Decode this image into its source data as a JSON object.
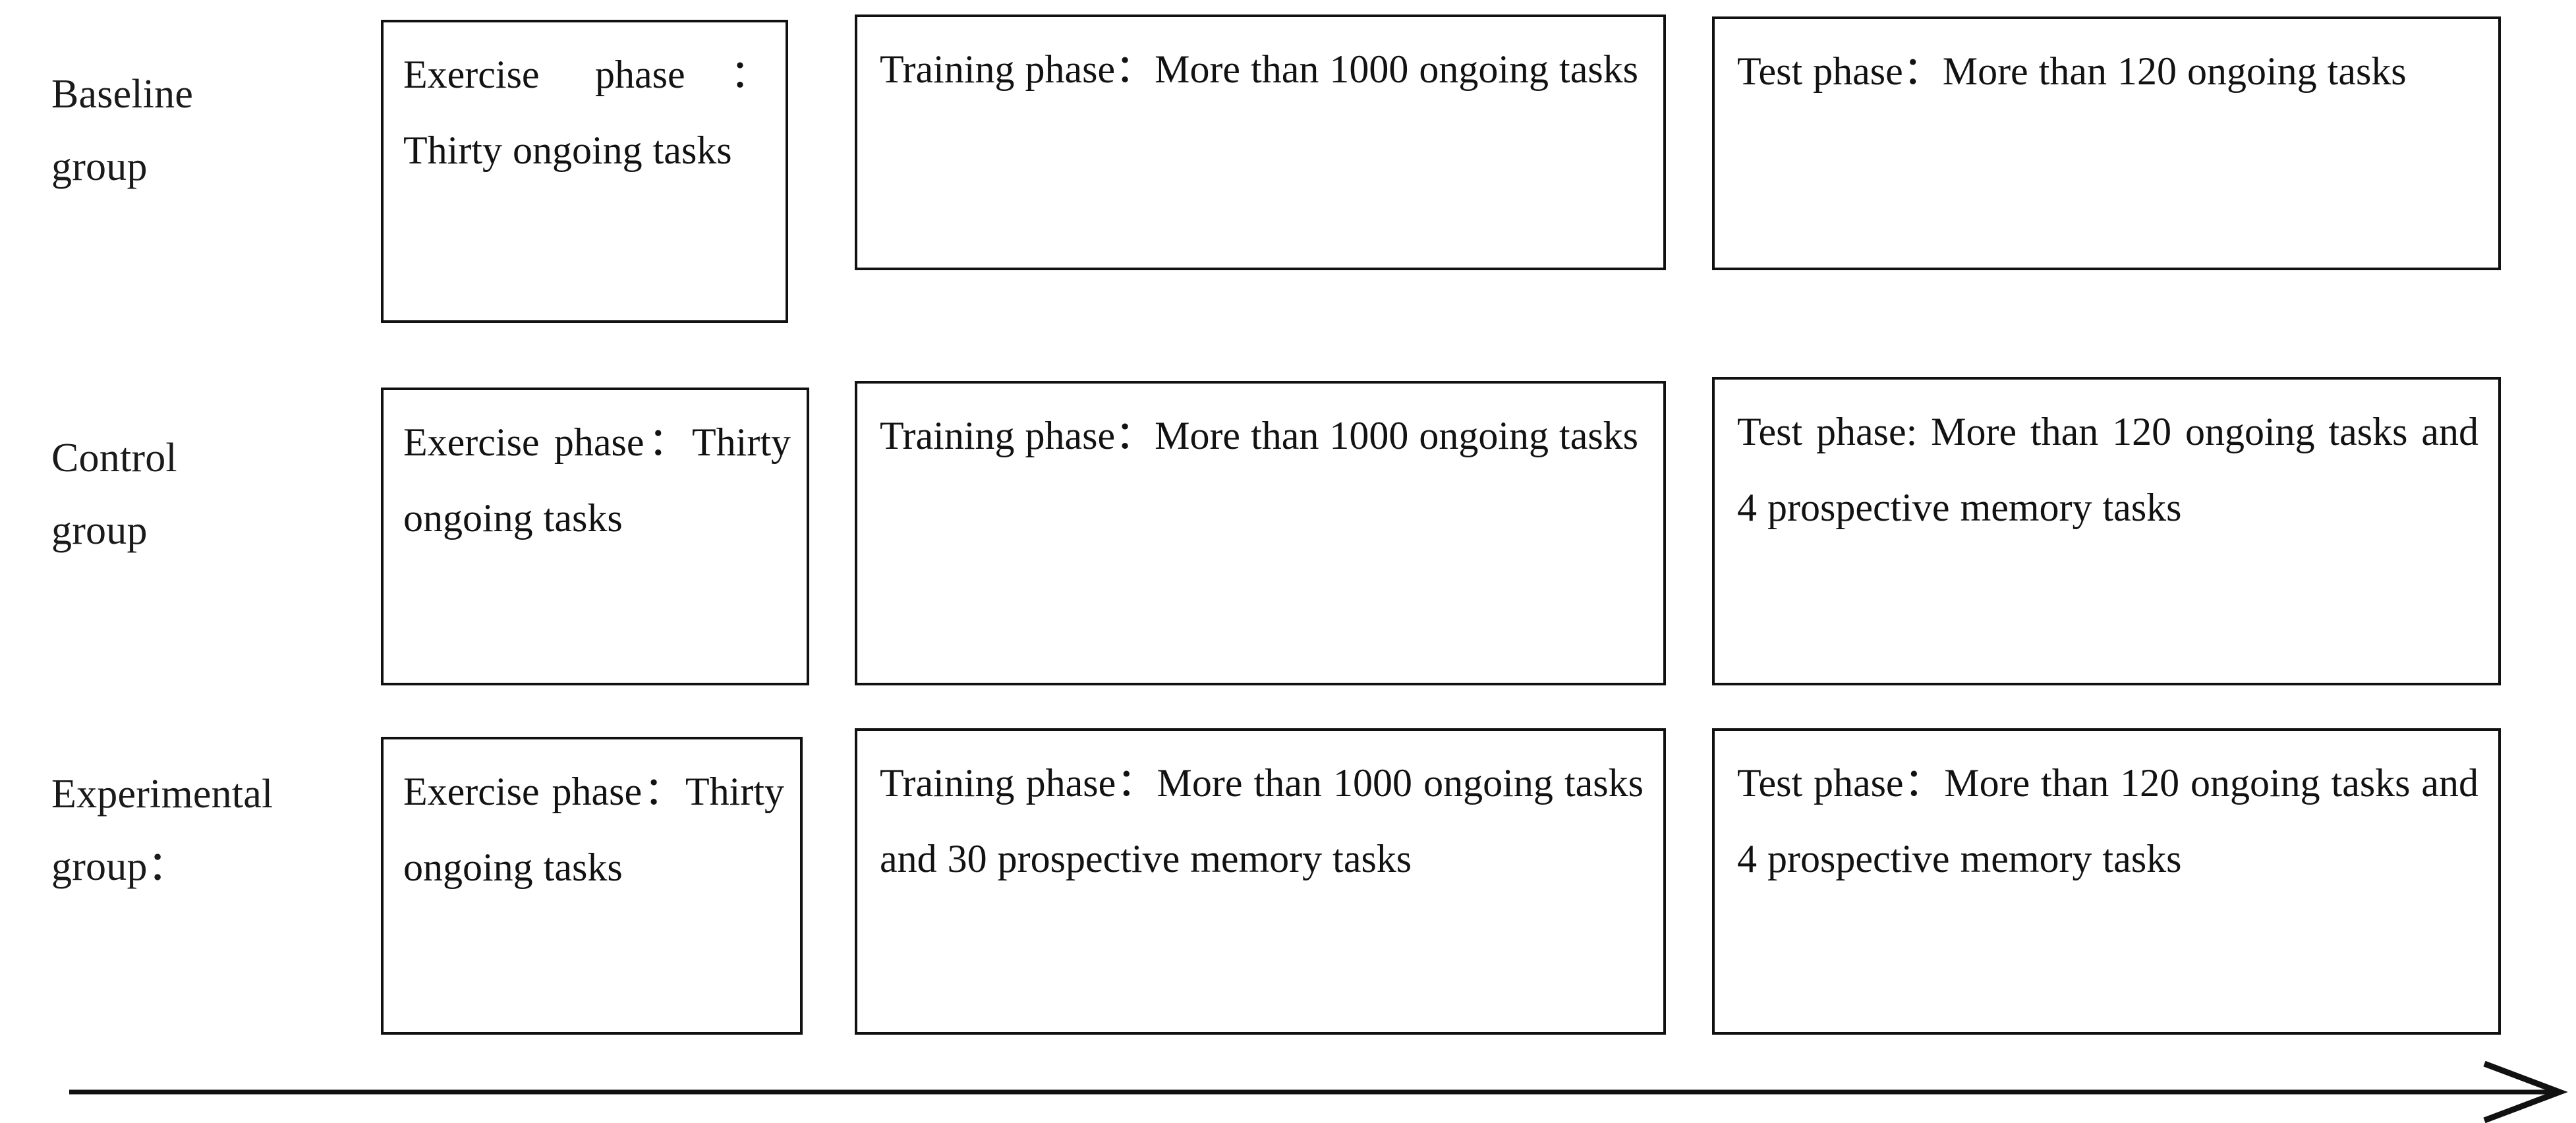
{
  "figure": {
    "kind": "experimental-procedure-flow-diagram",
    "rows": [
      {
        "id": "baseline",
        "label": "Baseline\ngroup",
        "cells": [
          {
            "id": "baseline-exercise",
            "phase": "Exercise phase",
            "text": "Exercise phase：Thirty ongoing tasks"
          },
          {
            "id": "baseline-training",
            "phase": "Training phase",
            "text": "Training phase：More than 1000 ongoing tasks"
          },
          {
            "id": "baseline-test",
            "phase": "Test phase",
            "text": "Test phase：More than 120 ongoing tasks"
          }
        ]
      },
      {
        "id": "control",
        "label": "Control\ngroup",
        "cells": [
          {
            "id": "control-exercise",
            "phase": "Exercise phase",
            "text": "Exercise phase：Thirty ongoing tasks"
          },
          {
            "id": "control-training",
            "phase": "Training phase",
            "text": "Training phase：More than 1000 ongoing tasks"
          },
          {
            "id": "control-test",
            "phase": "Test phase",
            "text": "Test phase: More than 120 ongoing tasks and 4 prospective memory tasks"
          }
        ]
      },
      {
        "id": "experimental",
        "label": "Experimental\ngroup：",
        "cells": [
          {
            "id": "experimental-exercise",
            "phase": "Exercise phase",
            "text": "Exercise phase：Thirty ongoing tasks"
          },
          {
            "id": "experimental-training",
            "phase": "Training phase",
            "text": "Training phase：More than 1000 ongoing tasks and 30 prospective memory tasks"
          },
          {
            "id": "experimental-test",
            "phase": "Test phase",
            "text": "Test phase：More than 120 ongoing tasks and 4 prospective memory tasks"
          }
        ]
      }
    ],
    "timeline": {
      "name": "time-arrow",
      "direction": "left-to-right",
      "label": ""
    },
    "colors": {
      "background": "#ffffff",
      "border": "#111111",
      "text": "#121212",
      "arrow": "#111111"
    }
  }
}
